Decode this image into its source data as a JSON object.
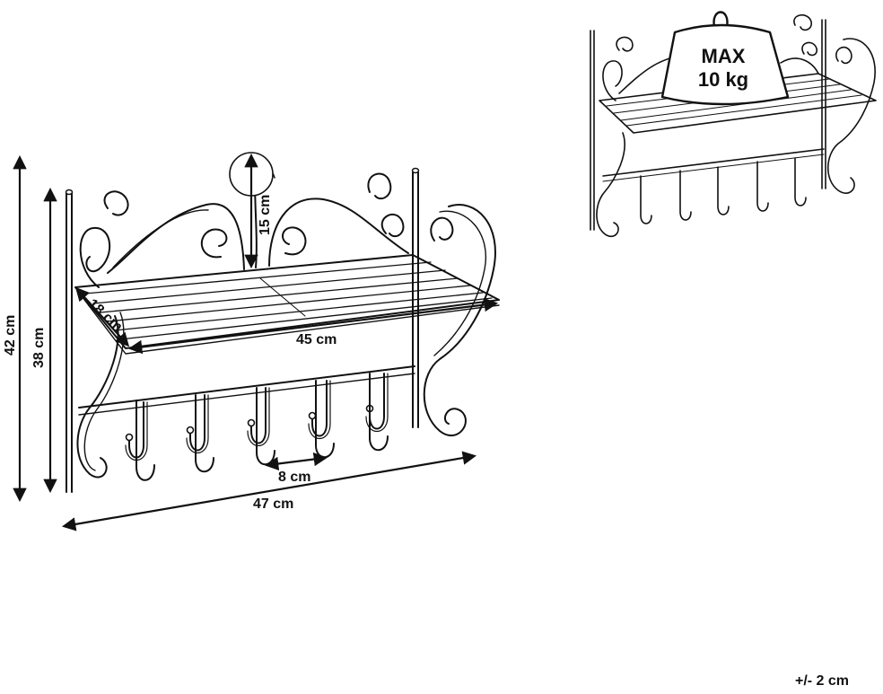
{
  "dimensions": {
    "height_total": "42 cm",
    "height_frame": "38 cm",
    "depth": "18 cm",
    "shelf_width": "45 cm",
    "crest_height": "15 cm",
    "hook_spacing": "8 cm",
    "total_width": "47 cm"
  },
  "load": {
    "line1": "MAX",
    "line2": "10 kg"
  },
  "tolerance": "+/- 2 cm",
  "icons": [
    "shelf-drawing-icon",
    "weight-icon",
    "arrow-icon"
  ]
}
